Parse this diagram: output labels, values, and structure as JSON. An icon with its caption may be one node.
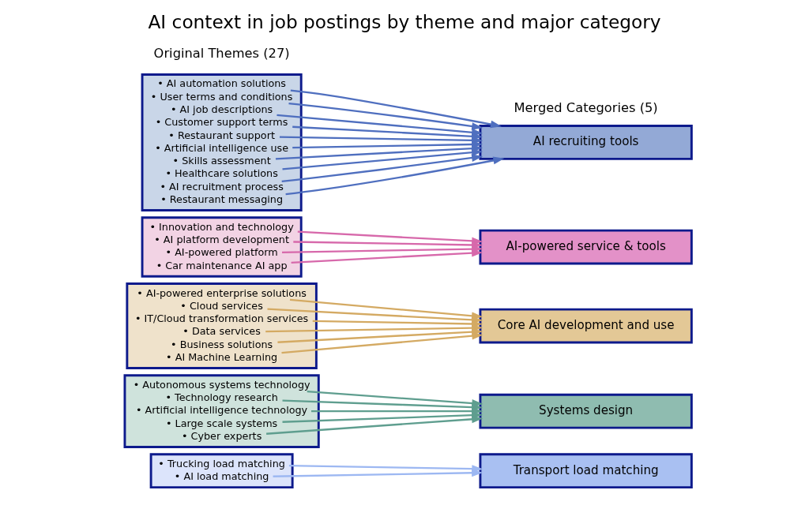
{
  "diagram": {
    "title": "AI context in job postings by theme and major category",
    "nodes": [
      {
        "text": [],
        "shape": "box"
      },
      {
        "text": [
          "• Trucking load matching"
        ],
        "in": 0
      },
      {
        "text": [
          "• AI load matching"
        ],
        "in": 0
      },
      {
        "text": [],
        "shape": "box"
      },
      {
        "text": [
          "• Autonomous systems technology"
        ],
        "in": 3
      },
      {
        "text": [
          "• Technology research"
        ],
        "in": 3
      },
      {
        "text": [
          "• Artificial intelligence technology"
        ],
        "in": 3
      },
      {
        "text": [
          "• Large scale systems"
        ],
        "in": 3
      },
      {
        "text": [
          "• Cyber experts"
        ],
        "in": 3
      },
      {
        "text": [],
        "shape": "box"
      },
      {
        "text": [
          "• AI-powered enterprise solutions"
        ],
        "in": 9
      },
      {
        "text": [
          "• Cloud services"
        ],
        "in": 9
      },
      {
        "text": [
          "• IT/Cloud transformation services"
        ],
        "in": 9
      },
      {
        "text": [
          "• Data services"
        ],
        "in": 9
      },
      {
        "text": [
          "• Business solutions"
        ],
        "in": 9
      },
      {
        "text": [
          "• AI Machine Learning"
        ],
        "in": 9
      },
      {
        "text": [],
        "shape": "box"
      },
      {
        "text": [
          "• Innovation and technology"
        ],
        "in": 16
      },
      {
        "text": [
          "• AI platform development"
        ],
        "in": 16
      },
      {
        "text": [
          "• AI-powered platform"
        ],
        "in": 16
      },
      {
        "text": [
          "• Car maintenance AI app"
        ],
        "in": 16
      },
      {
        "text": [],
        "shape": "box"
      },
      {
        "text": [
          "• AI automation solutions"
        ],
        "in": 21
      },
      {
        "text": [
          "• User terms and conditions"
        ],
        "in": 21
      },
      {
        "text": [
          "• AI job descriptions"
        ],
        "in": 21
      },
      {
        "text": [
          "• Customer support terms"
        ],
        "in": 21
      },
      {
        "text": [
          "• Restaurant support"
        ],
        "in": 21
      },
      {
        "text": [
          "• Artificial intelligence use"
        ],
        "in": 21
      },
      {
        "text": [
          "• Skills assessment"
        ],
        "in": 21
      },
      {
        "text": [
          "• Healthcare solutions"
        ],
        "in": 21
      },
      {
        "text": [
          "• AI recruitment process"
        ],
        "in": 21
      },
      {
        "text": [
          "• Restaurant messaging"
        ],
        "in": 21
      },
      {
        "text": [
          "Transport load matching"
        ]
      },
      {
        "text": [
          "Systems design"
        ]
      },
      {
        "text": [
          "Core AI development and use"
        ]
      },
      {
        "text": [
          "AI-powered service & tools"
        ]
      },
      {
        "text": [
          "AI recruiting tools"
        ]
      }
    ],
    "edges": [
      {
        "from": 1,
        "to": 32,
        "arrow": "to",
        "color": "#9db8f2"
      },
      {
        "from": 2,
        "to": 32,
        "arrow": "to",
        "color": "#9db8f2"
      },
      {
        "from": 4,
        "to": 33,
        "arrow": "to",
        "color": "#5f9e8f"
      },
      {
        "from": 5,
        "to": 33,
        "arrow": "to",
        "color": "#5f9e8f"
      },
      {
        "from": 6,
        "to": 33,
        "arrow": "to",
        "color": "#5f9e8f"
      },
      {
        "from": 7,
        "to": 33,
        "arrow": "to",
        "color": "#5f9e8f"
      },
      {
        "from": 8,
        "to": 33,
        "arrow": "to",
        "color": "#5f9e8f"
      },
      {
        "from": 10,
        "to": 34,
        "arrow": "to",
        "color": "#d4aa63"
      },
      {
        "from": 11,
        "to": 34,
        "arrow": "to",
        "color": "#d4aa63"
      },
      {
        "from": 12,
        "to": 34,
        "arrow": "to",
        "color": "#d4aa63"
      },
      {
        "from": 13,
        "to": 34,
        "arrow": "to",
        "color": "#d4aa63"
      },
      {
        "from": 14,
        "to": 34,
        "arrow": "to",
        "color": "#d4aa63"
      },
      {
        "from": 15,
        "to": 34,
        "arrow": "to",
        "color": "#d4aa63"
      },
      {
        "from": 17,
        "to": 35,
        "arrow": "to",
        "color": "#d769ab"
      },
      {
        "from": 18,
        "to": 35,
        "arrow": "to",
        "color": "#d769ab"
      },
      {
        "from": 19,
        "to": 35,
        "arrow": "to",
        "color": "#d769ab"
      },
      {
        "from": 20,
        "to": 35,
        "arrow": "to",
        "color": "#d769ab"
      },
      {
        "from": 22,
        "to": 36,
        "arrow": "to",
        "color": "#4f6fbf"
      },
      {
        "from": 23,
        "to": 36,
        "arrow": "to",
        "color": "#4f6fbf"
      },
      {
        "from": 24,
        "to": 36,
        "arrow": "to",
        "color": "#4f6fbf"
      },
      {
        "from": 25,
        "to": 36,
        "arrow": "to",
        "color": "#4f6fbf"
      },
      {
        "from": 26,
        "to": 36,
        "arrow": "to",
        "color": "#4f6fbf"
      },
      {
        "from": 27,
        "to": 36,
        "arrow": "to",
        "color": "#4f6fbf"
      },
      {
        "from": 28,
        "to": 36,
        "arrow": "to",
        "color": "#4f6fbf"
      },
      {
        "from": 29,
        "to": 36,
        "arrow": "to",
        "color": "#4f6fbf"
      },
      {
        "from": 30,
        "to": 36,
        "arrow": "to",
        "color": "#4f6fbf"
      },
      {
        "from": 31,
        "to": 36,
        "arrow": "to",
        "color": "#4f6fbf"
      }
    ],
    "labels": [
      "Original Themes (27)",
      "Merged Categories (5)"
    ]
  }
}
